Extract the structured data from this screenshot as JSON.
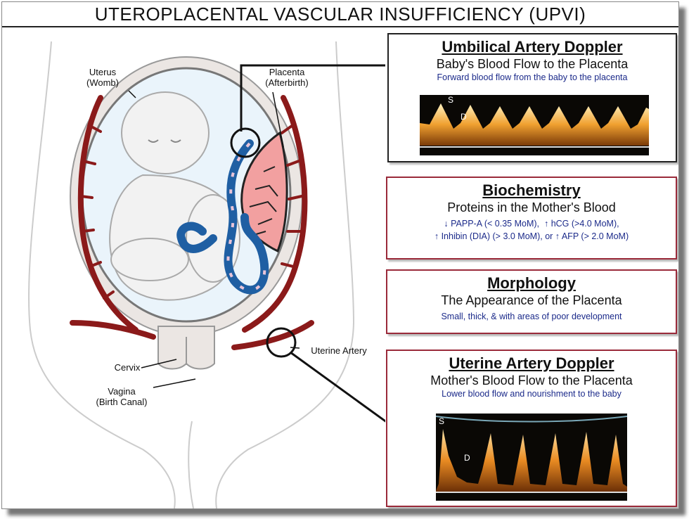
{
  "title": "UTEROPLACENTAL VASCULAR INSUFFICIENCY (UPVI)",
  "labels": {
    "uterus": "Uterus",
    "uterus_sub": "(Womb)",
    "placenta": "Placenta",
    "placenta_sub": "(Afterbirth)",
    "uterine_artery": "Uterine Artery",
    "cervix": "Cervix",
    "vagina": "Vagina",
    "vagina_sub": "(Birth Canal)"
  },
  "umbilical": {
    "heading": "Umbilical Artery Doppler",
    "subtitle": "Baby's Blood Flow to the Placenta",
    "note": "Forward blood flow from the baby to the placenta",
    "s_label": "S",
    "d_label": "D"
  },
  "biochemistry": {
    "heading": "Biochemistry",
    "subtitle": "Proteins in the Mother's Blood",
    "line1a": "PAPP-A (< 0.35 MoM),",
    "line1b": "hCG (>4.0 MoM),",
    "line2a": "Inhibin (DIA) (> 3.0 MoM), or",
    "line2b": "AFP (> 2.0 MoM)"
  },
  "morphology": {
    "heading": "Morphology",
    "subtitle": "The Appearance of the Placenta",
    "note": "Small, thick, & with areas of poor development"
  },
  "uterine": {
    "heading": "Uterine Artery Doppler",
    "subtitle": "Mother's Blood Flow to the Placenta",
    "note": "Lower blood flow and nourishment to the baby",
    "s_label": "S",
    "d_label": "D"
  },
  "colors": {
    "artery_red": "#8b1a1a",
    "cord_blue": "#1f5fa3",
    "placenta_pink": "#f2a0a0",
    "box_red": "#9a2a3a",
    "note_blue": "#1b2a8a"
  }
}
